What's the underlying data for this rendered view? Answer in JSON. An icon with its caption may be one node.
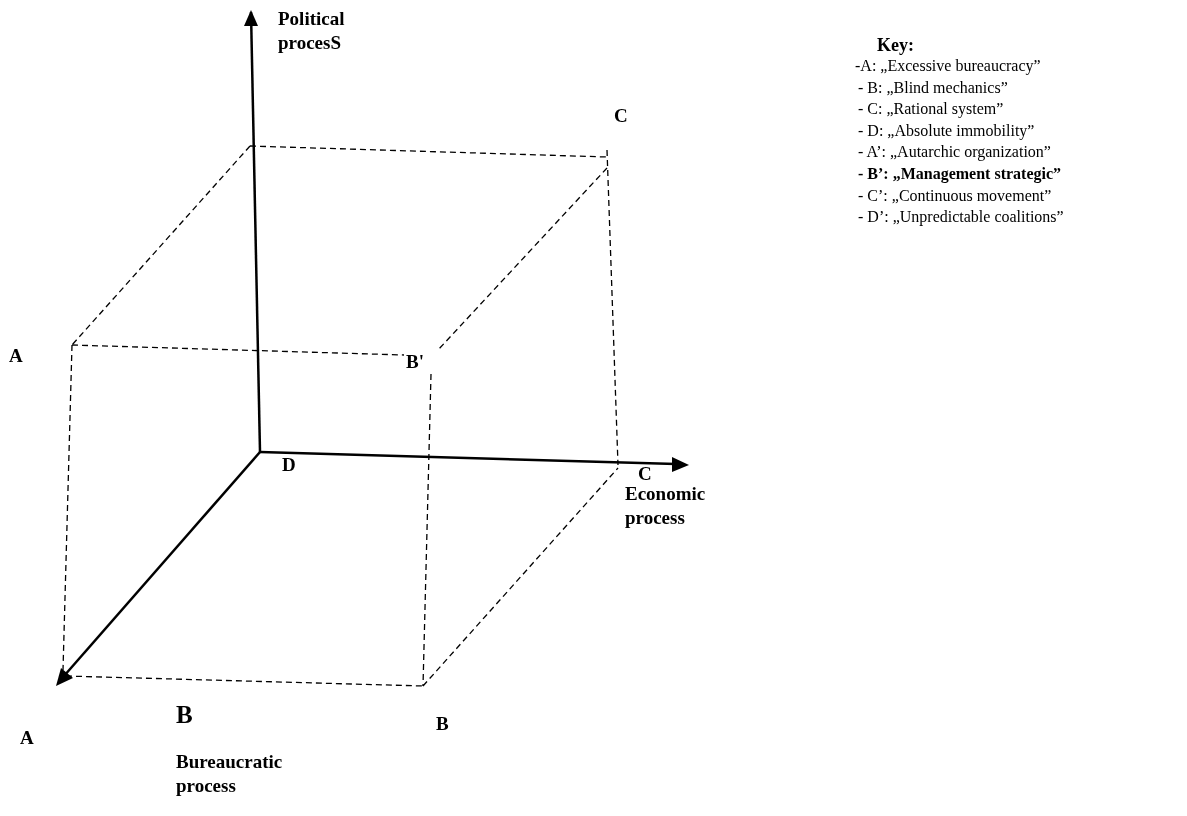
{
  "diagram": {
    "labels": [
      "Political procesS",
      "C",
      "A",
      "B'",
      "D",
      "C",
      "Economic process",
      "A",
      "B",
      "Bureaucratic process",
      "B",
      "Key:",
      "-A:  „Excessive bureaucracy”",
      "- B: „Blind mechanics”",
      "- C: „Rational system”",
      "- D: „Absolute immobility”",
      "- A’: „Autarchic organization”",
      "- B’: „Management strategic”",
      "- C’: „Continuous movement”",
      "- D’: „Unpredictable coalitions”"
    ]
  }
}
